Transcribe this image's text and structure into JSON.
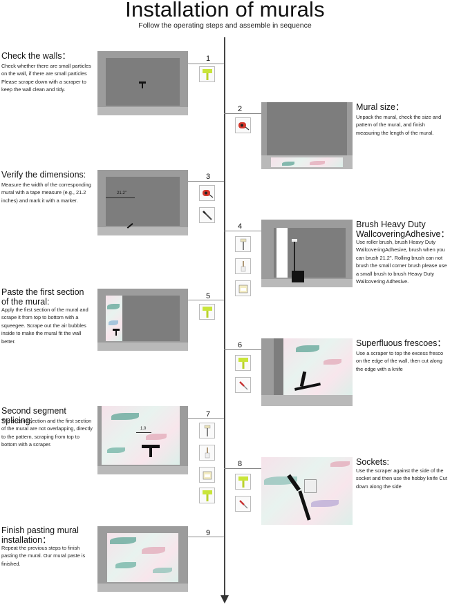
{
  "title": "Installation of murals",
  "subtitle": "Follow the operating steps and assemble in sequence",
  "steps": [
    {
      "num": "1",
      "heading": "Check the walls：",
      "desc": "Check whether there are small particles on the wall, if there are small particles Please scrape down with a scraper to keep the wall clean and tidy.",
      "tools": [
        "scraper-icon"
      ]
    },
    {
      "num": "2",
      "heading": "Mural size：",
      "desc": "Unpack the mural, check the size and pattern of the mural, and finish measuring the length of the mural.",
      "tools": [
        "tape-measure-icon"
      ]
    },
    {
      "num": "3",
      "heading": "Verify the dimensions:",
      "desc": "Measure the width of the corresponding mural with a tape measure (e.g., 21.2 inches) and mark it with a marker.",
      "tools": [
        "tape-measure-icon",
        "marker-icon"
      ],
      "label": "21.2\""
    },
    {
      "num": "4",
      "heading": "Brush Heavy Duty WallcoveringAdhesive：",
      "desc": "Use roller brush, brush Heavy Duty WallcoveringAdhesive, brush when you can brush 21.2\". Rolling brush can not brush the small corner brush please use a small brush to brush Heavy Duty Wallcovering Adhesive.",
      "tools": [
        "roller-brush-icon",
        "small-brush-icon",
        "adhesive-bucket-icon"
      ]
    },
    {
      "num": "5",
      "heading": "Paste the first section of the mural:",
      "desc": "Apply the first section of the mural and scrape it from top to bottom with a squeegee. Scrape out the air bubbles inside to make the mural fit the wall better.",
      "tools": [
        "scraper-icon"
      ]
    },
    {
      "num": "6",
      "heading": "Superfluous frescoes：",
      "desc": "Use a scraper to top the excess fresco on the edge of the wall, then cut along the edge with a knife",
      "tools": [
        "scraper-icon",
        "knife-icon"
      ]
    },
    {
      "num": "7",
      "heading": "Second segment splicing:",
      "desc": "The second section and the first section of the mural are not overlapping, directly to the pattern, scraping from top to bottom with a scraper.",
      "tools": [
        "roller-brush-icon",
        "small-brush-icon",
        "adhesive-bucket-icon",
        "scraper-icon"
      ],
      "label": "1.0"
    },
    {
      "num": "8",
      "heading": "Sockets:",
      "desc": "Use the scraper against the side of the socket and then use the hobby knife Cut down along the side",
      "tools": [
        "scraper-icon",
        "knife-icon"
      ]
    },
    {
      "num": "9",
      "heading": "Finish pasting mural installation：",
      "desc": "Repeat the previous steps to finish pasting the mural. Our mural paste is finished.",
      "tools": []
    }
  ],
  "colors": {
    "scraper": "#c9e53a",
    "tape": "#d4372c",
    "wall": "#7d7d7d"
  }
}
